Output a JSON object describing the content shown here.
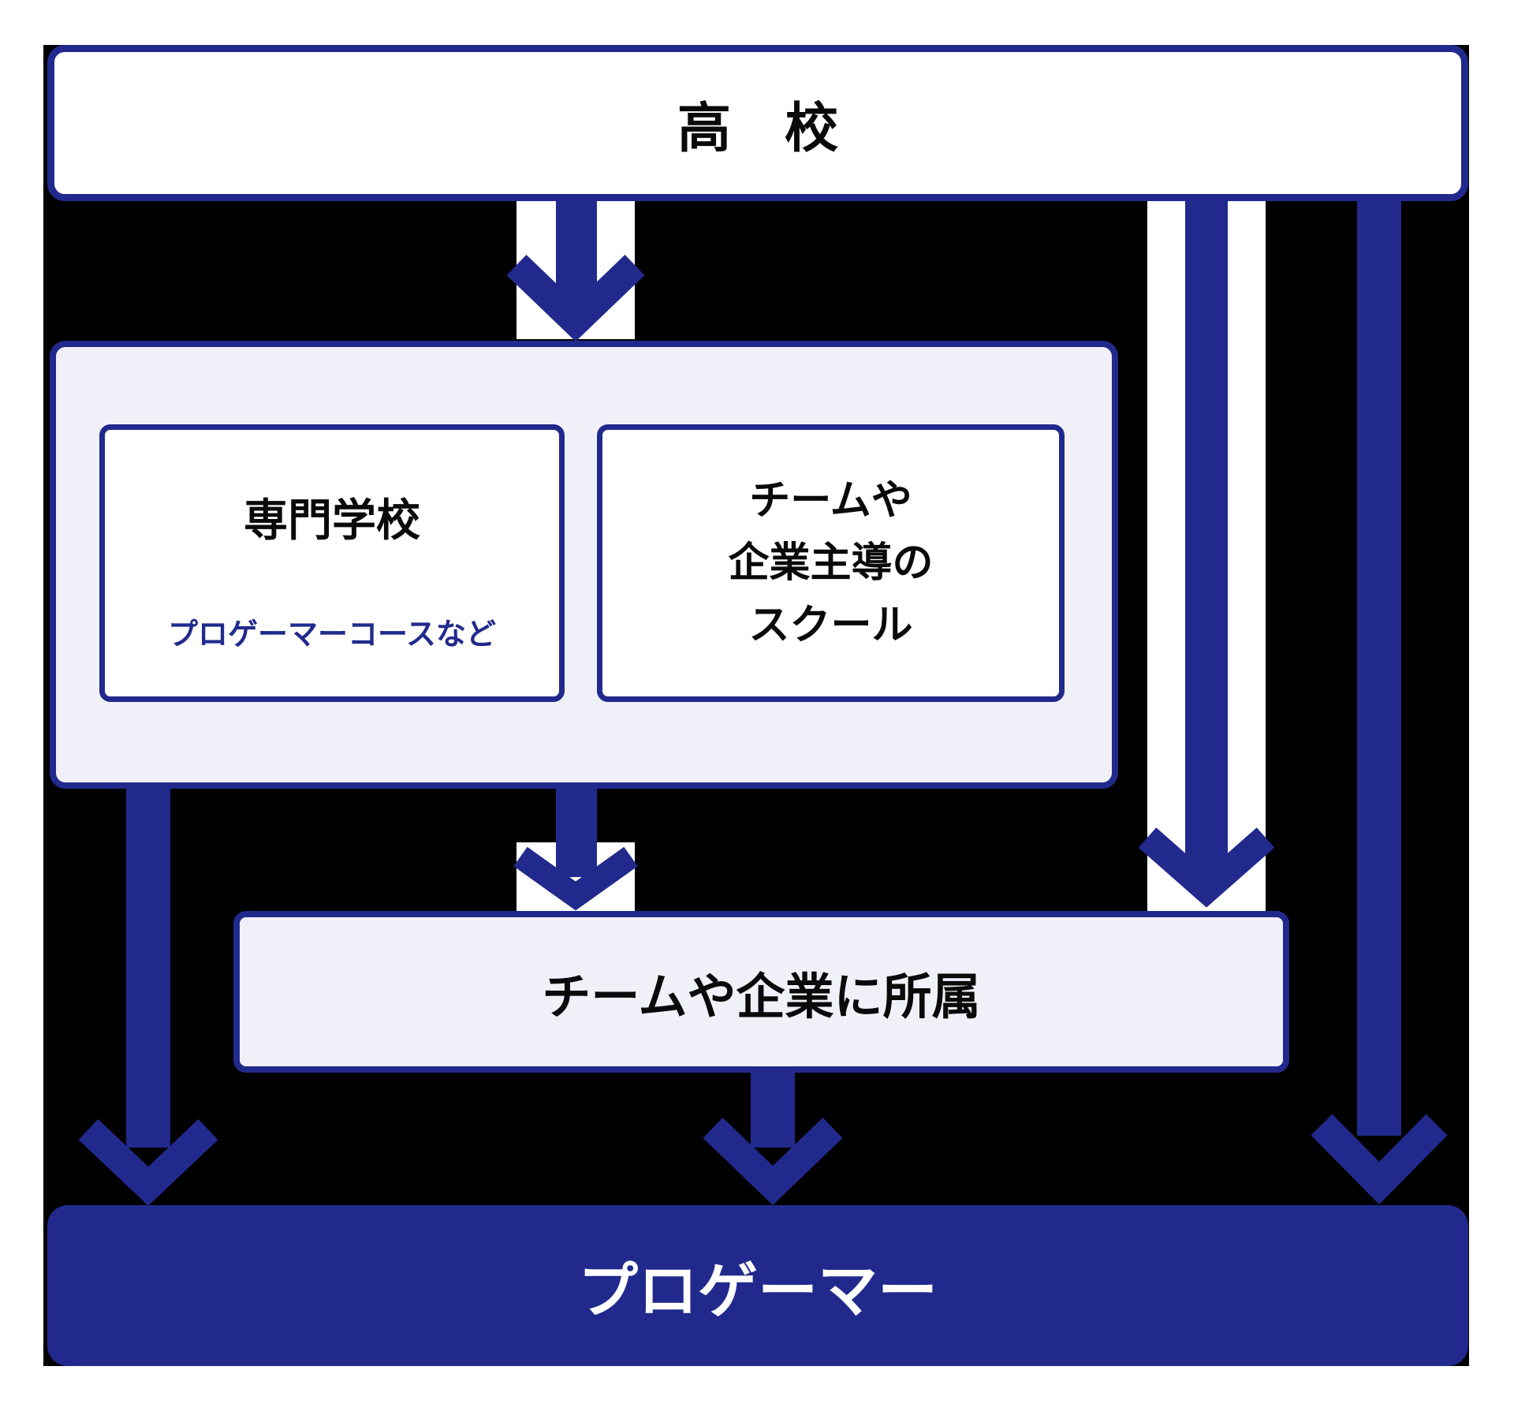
{
  "diagram": {
    "description_domain": "flowchart",
    "nodes": {
      "highschool": {
        "label": "高　校"
      },
      "vocational_school": {
        "title": "専門学校",
        "note": "プロゲーマーコースなど"
      },
      "team_company_school": {
        "label": "チームや\n企業主導の\nスクール"
      },
      "team_company_affiliation": {
        "label": "チームや企業に所属"
      },
      "pro_gamer": {
        "label": "プロゲーマー"
      }
    },
    "edges": [
      {
        "from": "highschool",
        "to": "schools_group",
        "style": "navy-arrow-on-white-strip"
      },
      {
        "from": "highschool",
        "to": "team_company_affiliation",
        "style": "navy-arrow-on-white-strip"
      },
      {
        "from": "highschool",
        "to": "pro_gamer",
        "style": "solid-navy-arrow"
      },
      {
        "from": "schools_group",
        "to": "team_company_affiliation",
        "style": "solid-navy-arrow-white-head-patch"
      },
      {
        "from": "schools_group",
        "to": "pro_gamer",
        "style": "solid-navy-arrow"
      },
      {
        "from": "team_company_affiliation",
        "to": "pro_gamer",
        "style": "solid-navy-arrow"
      }
    ],
    "colors": {
      "accent_navy": "#212a8c",
      "panel_lavender": "#f0f0f8",
      "backdrop_black": "#000000",
      "page_white": "#ffffff",
      "text_black": "#0a0a0a",
      "text_white": "#ffffff"
    }
  }
}
